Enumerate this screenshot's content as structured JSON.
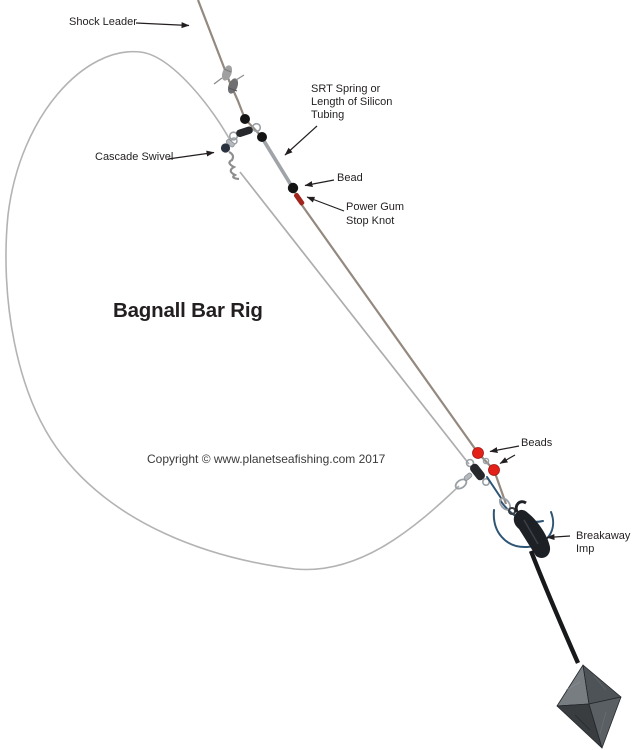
{
  "diagram": {
    "title": "Bagnall Bar Rig",
    "copyright": "Copyright © www.planetseafishing.com 2017",
    "labels": {
      "shock_leader": "Shock Leader",
      "srt_spring": "SRT Spring or\nLength of Silicon\nTubing",
      "cascade_swivel": "Cascade Swivel",
      "bead": "Bead",
      "power_gum": "Power Gum\nStop Knot",
      "beads": "Beads",
      "breakaway_imp": "Breakaway Imp"
    }
  },
  "colors": {
    "ink": "#231f20",
    "line_main": "#94897f",
    "line_loop": "#b3b3b3",
    "line_bar": "#adadad",
    "tubing": "#a0a4a8",
    "bead_black": "#141414",
    "bead_red": "#e32119",
    "stop_knot_red": "#a1251c",
    "metal": "#9aa0a5",
    "swivel_dark": "#26282c",
    "imp_wire": "#2f5574",
    "knot_gray": "#8e8e8e",
    "imp_body": "#1d2024",
    "rod": "#17191b",
    "weight_face_tl": "#787d82",
    "weight_face_tr": "#4e5357",
    "weight_face_bl": "#393d40",
    "weight_face_br": "#5a5f63"
  }
}
